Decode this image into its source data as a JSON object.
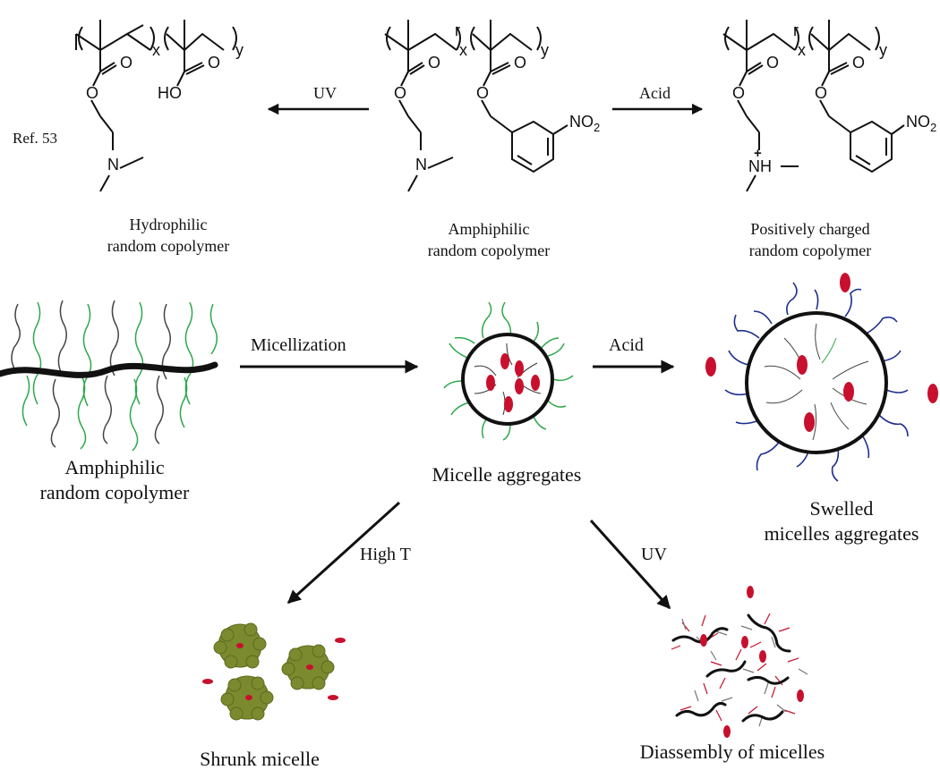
{
  "colors": {
    "black": "#111111",
    "green": "#2ea84a",
    "blue": "#1f2f8f",
    "red": "#c8102e",
    "gray": "#666666",
    "olive": "#7b8a2e"
  },
  "reference": "Ref. 53",
  "chemical_labels": {
    "x": "x",
    "y": "y",
    "r": "r",
    "O": "O",
    "N": "N",
    "HO": "HO",
    "NO2": "NO",
    "NO2_sub": "2",
    "NH": "NH",
    "plus": "+"
  },
  "top_row": {
    "uv_arrow": "UV",
    "acid_arrow": "Acid",
    "left_caption": [
      "Hydrophilic",
      "random copolymer"
    ],
    "center_caption": [
      "Amphiphilic",
      "random copolymer"
    ],
    "right_caption": [
      "Positively charged",
      "random copolymer"
    ]
  },
  "middle_row": {
    "micellization_arrow": "Micellization",
    "acid_arrow": "Acid",
    "polymer_caption": [
      "Amphiphilic",
      "random copolymer"
    ],
    "micelle_caption": "Micelle aggregates",
    "swelled_caption": [
      "Swelled",
      "micelles aggregates"
    ]
  },
  "bottom_row": {
    "highT_arrow": "High T",
    "uv_arrow": "UV",
    "shrunk_caption": "Shrunk micelle",
    "disassembly_caption": "Diassembly of micelles"
  }
}
